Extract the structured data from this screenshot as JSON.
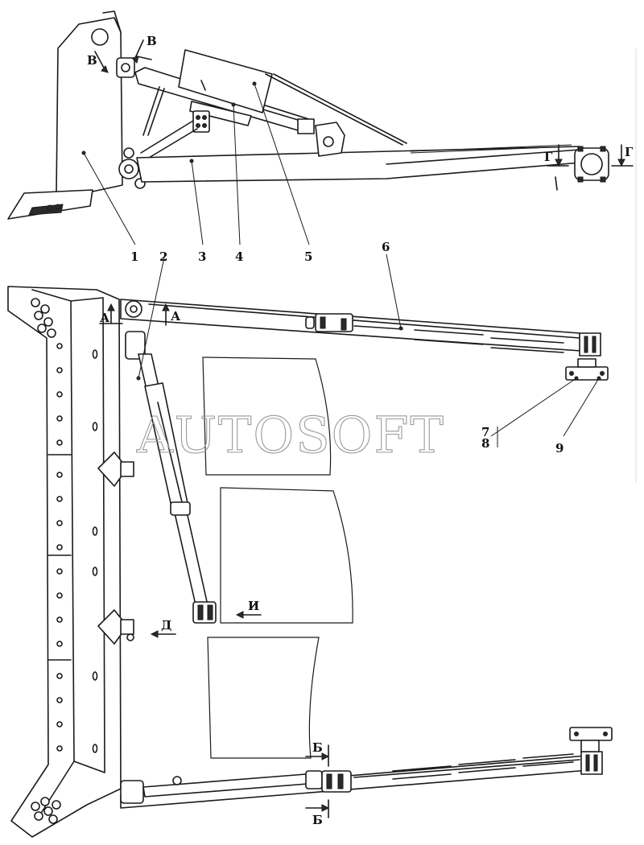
{
  "watermark": "AUTOSOFT",
  "callouts": [
    "1",
    "2",
    "3",
    "4",
    "5",
    "6",
    "7",
    "8",
    "9"
  ],
  "sections": {
    "A_left": "А",
    "A_right": "А",
    "B_top": "Б",
    "B_bottom": "Б",
    "V_left": "В",
    "V_right": "В",
    "G_left": "Г",
    "G_right": "Г",
    "D": "Д",
    "I": "И"
  },
  "colors": {
    "line": "#1a1a1a",
    "watermark": "#9a9a9a",
    "background": "#ffffff"
  }
}
